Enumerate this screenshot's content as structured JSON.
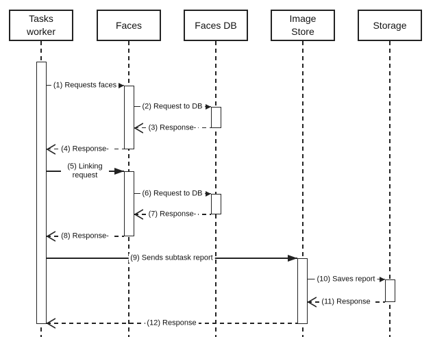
{
  "diagram": {
    "type": "uml-sequence-diagram",
    "colors": {
      "stroke": "#222222",
      "background": "#ffffff"
    },
    "actors": [
      {
        "name": "Tasks worker"
      },
      {
        "name": "Faces"
      },
      {
        "name": "Faces DB"
      },
      {
        "name": "Image Store"
      },
      {
        "name": "Storage"
      }
    ],
    "messages": [
      {
        "label": "(1) Requests faces",
        "from": "Tasks worker",
        "to": "Faces",
        "style": "solid-call"
      },
      {
        "label": "(2) Request to DB",
        "from": "Faces",
        "to": "Faces DB",
        "style": "solid-call"
      },
      {
        "label": "(3) Response-",
        "from": "Faces DB",
        "to": "Faces",
        "style": "dashed-return"
      },
      {
        "label": "(4) Response-",
        "from": "Faces",
        "to": "Tasks worker",
        "style": "dashed-return"
      },
      {
        "label": "(5) Linking request",
        "from": "Tasks worker",
        "to": "Faces",
        "style": "solid-call"
      },
      {
        "label": "(6) Request to DB",
        "from": "Faces",
        "to": "Faces DB",
        "style": "solid-call"
      },
      {
        "label": "(7) Response-",
        "from": "Faces DB",
        "to": "Faces",
        "style": "dashed-return"
      },
      {
        "label": "(8) Response-",
        "from": "Faces",
        "to": "Tasks worker",
        "style": "dashed-return"
      },
      {
        "label": "(9) Sends subtask report",
        "from": "Tasks worker",
        "to": "Image Store",
        "style": "solid-call"
      },
      {
        "label": "(10) Saves report",
        "from": "Image Store",
        "to": "Storage",
        "style": "solid-call"
      },
      {
        "label": "(11) Response",
        "from": "Storage",
        "to": "Image Store",
        "style": "dashed-return"
      },
      {
        "label": "(12) Response",
        "from": "Image Store",
        "to": "Tasks worker",
        "style": "dashed-return"
      }
    ]
  }
}
